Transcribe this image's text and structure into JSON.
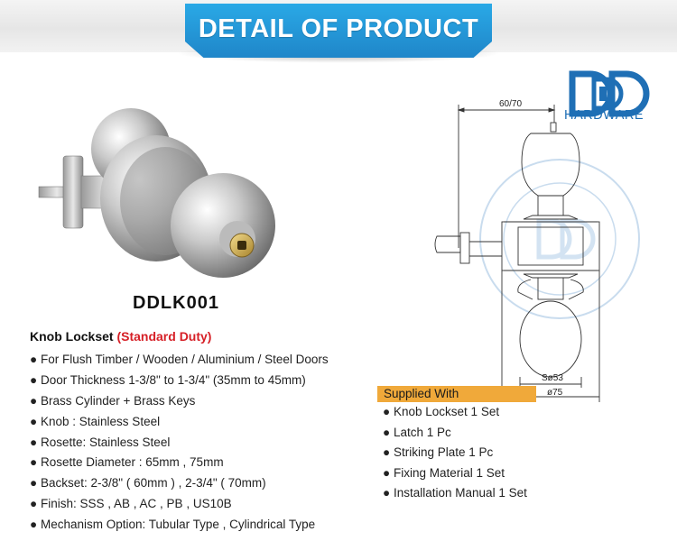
{
  "banner": {
    "title": "DETAIL OF PRODUCT"
  },
  "brand": {
    "hardware_text": "HARDWARE"
  },
  "product": {
    "model": "DDLK001"
  },
  "specs": {
    "title": "Knob Lockset",
    "duty": "(Standard Duty)",
    "bullet": "●",
    "items": [
      "For Flush Timber / Wooden / Aluminium / Steel Doors",
      "Door Thickness 1-3/8\" to 1-3/4\" (35mm to 45mm)",
      "Brass Cylinder + Brass Keys",
      "Knob : Stainless Steel",
      "Rosette: Stainless Steel",
      "Rosette Diameter : 65mm , 75mm",
      "Backset: 2-3/8\" ( 60mm ) , 2-3/4\" ( 70mm)",
      "Finish: SSS , AB , AC , PB , US10B",
      "Mechanism Option: Tubular Type , Cylindrical Type"
    ]
  },
  "drawing": {
    "dim_backset": "60/70",
    "dim_knob": "Sø53",
    "dim_rosette": "ø75"
  },
  "supplied": {
    "title": "Supplied With",
    "items": [
      "Knob Lockset 1 Set",
      "Latch 1 Pc",
      "Striking Plate 1 Pc",
      "Fixing Material 1 Set",
      "Installation Manual 1 Set"
    ]
  },
  "colors": {
    "banner_blue": "#1f86c9",
    "duty_red": "#d61f26",
    "supplied_orange": "#f0a93a",
    "logo_blue": "#1f6fb5"
  }
}
